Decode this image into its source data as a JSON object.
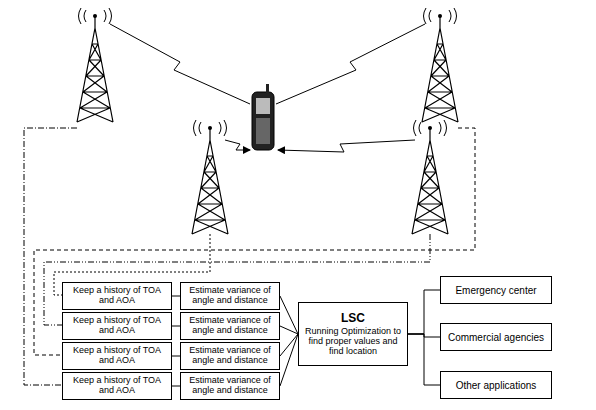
{
  "diagram": {
    "nodes": [
      {
        "text": [
          "Keep a history of TOA and AOA"
        ]
      },
      {
        "text": [
          "Estimate variance of angle and distance"
        ]
      },
      {
        "text": [
          "Keep a history of TOA and AOA"
        ]
      },
      {
        "text": [
          "Estimate variance of angle and distance"
        ]
      },
      {
        "text": [
          "Keep a history of TOA and AOA"
        ]
      },
      {
        "text": [
          "Estimate variance of angle and distance"
        ]
      },
      {
        "text": [
          "Keep a history of TOA and AOA"
        ]
      },
      {
        "text": [
          "Estimate variance of angle and distance"
        ]
      },
      {
        "text": [
          "LSC",
          "Running Optimization to find proper values and find location"
        ]
      },
      {
        "text": [
          "Emergency center"
        ]
      },
      {
        "text": [
          "Commercial agencies"
        ]
      },
      {
        "text": [
          "Other applications"
        ]
      }
    ],
    "edges": [
      {
        "from": 0,
        "to": 1,
        "arrow": "none"
      },
      {
        "from": 2,
        "to": 3,
        "arrow": "none"
      },
      {
        "from": 4,
        "to": 5,
        "arrow": "none"
      },
      {
        "from": 6,
        "to": 7,
        "arrow": "none"
      },
      {
        "from": 1,
        "to": 8,
        "arrow": "none"
      },
      {
        "from": 3,
        "to": 8,
        "arrow": "none"
      },
      {
        "from": 5,
        "to": 8,
        "arrow": "none"
      },
      {
        "from": 7,
        "to": 8,
        "arrow": "none"
      },
      {
        "from": 8,
        "to": 9,
        "arrow": "none"
      },
      {
        "from": 8,
        "to": 10,
        "arrow": "none"
      },
      {
        "from": 8,
        "to": 11,
        "arrow": "none"
      }
    ]
  }
}
